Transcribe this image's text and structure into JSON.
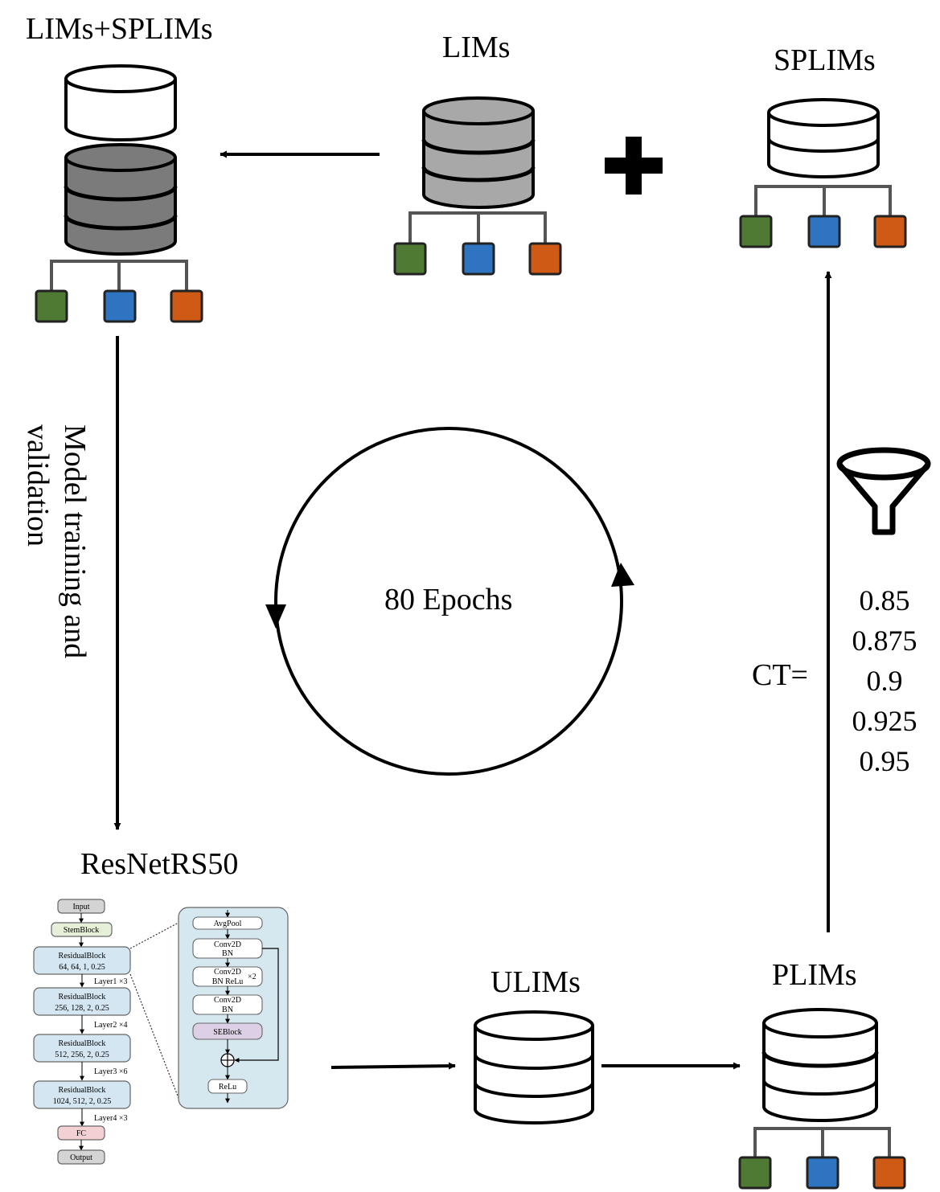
{
  "labels": {
    "lims_splims": "LIMs+SPLIMs",
    "lims": "LIMs",
    "splims": "SPLIMs",
    "uplims": "ULIMs",
    "plims": "PLIMs",
    "resnet": "ResNetRS50",
    "training": [
      "Model training and",
      "validation"
    ],
    "epochs": "80 Epochs",
    "ct_label": "CT=",
    "ct_values": [
      "0.85",
      "0.875",
      "0.9",
      "0.925",
      "0.95"
    ]
  },
  "resnet_diagram": {
    "input": "Input",
    "stem": "StemBlock",
    "blocks": [
      {
        "name": "ResidualBlock",
        "params": "64, 64, 1, 0.25",
        "layer": "Layer1 ×3"
      },
      {
        "name": "ResidualBlock",
        "params": "256, 128, 2, 0.25",
        "layer": "Layer2 ×4"
      },
      {
        "name": "ResidualBlock",
        "params": "512, 256, 2, 0.25",
        "layer": "Layer3 ×6"
      },
      {
        "name": "ResidualBlock",
        "params": "1024, 512, 2, 0.25",
        "layer": "Layer4 ×3"
      }
    ],
    "fc": "FC",
    "output": "Output",
    "detail": {
      "avgpool": "AvgPool",
      "conv_bn_1": [
        "Conv2D",
        "BN"
      ],
      "conv_bn_relu": [
        "Conv2D",
        "BN ReLu"
      ],
      "repeat": "×2",
      "conv_bn_2": [
        "Conv2D",
        "BN"
      ],
      "seblock": "SEBlock",
      "relu": "ReLu"
    }
  },
  "colors": {
    "class_green": "#4e7a34",
    "class_blue": "#2f74c0",
    "class_orange": "#cf5a16",
    "lims_fill": "#a8a8a8",
    "combined_fill": "#7b7b7b",
    "detail_panel": "#d5e8f0",
    "residual_fill": "#d4e6f1",
    "stem_fill": "#e6f0d8",
    "seblock_fill": "#ddd0e6",
    "fc_fill": "#f3d0d3",
    "io_fill": "#d4d4d4"
  }
}
